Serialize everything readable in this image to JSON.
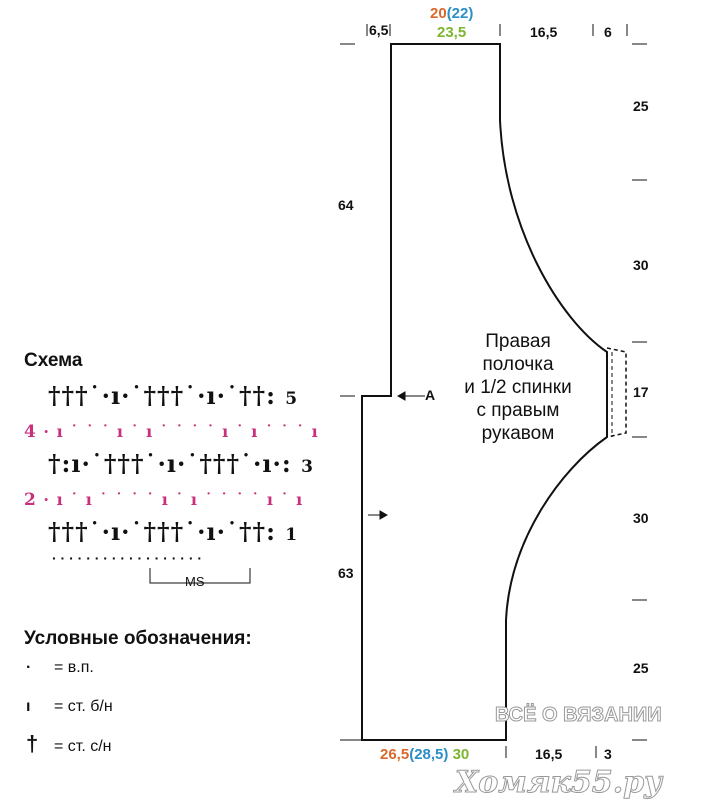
{
  "colors": {
    "size1": "#d9692a",
    "size2": "#2a8fc4",
    "size3": "#7cb530",
    "pink_rows": "#c8307d",
    "line": "#111111"
  },
  "top_dims": {
    "left": "6,5",
    "size1": "20",
    "size2": "(22)",
    "size3": "23,5",
    "mid": "16,5",
    "right": "6"
  },
  "bottom_dims": {
    "size1": "26,5",
    "size2": "(28,5)",
    "size3": "30",
    "mid": "16,5",
    "right": "3"
  },
  "left_dims": {
    "upper": "64",
    "lower": "63"
  },
  "right_dims": [
    "25",
    "30",
    "17",
    "30",
    "25"
  ],
  "marker": "A",
  "piece_label": [
    "Правая",
    "полочка",
    "и 1/2 спинки",
    "с правым",
    "рукавом"
  ],
  "schema": {
    "title": "Схема",
    "rows": [
      {
        "num": "5",
        "pattern": "†††˙·ı·˙†††˙·ı·˙††:"
      },
      {
        "num": "4",
        "pattern": "· ı ˙ ˙ ˙ ı ˙ ı ˙ ˙ ˙ ˙ ı ˙ ı ˙ ˙ ˙ ı"
      },
      {
        "num": "3",
        "pattern": "†:ı·˙†††˙·ı·˙†††˙·ı·:"
      },
      {
        "num": "2",
        "pattern": "· ı ˙ ı ˙ ˙ ˙ ˙ ı ˙ ı ˙ ˙ ˙ ˙ ı ˙ ı"
      },
      {
        "num": "1",
        "pattern": "†††˙·ı·˙†††˙·ı·˙††:"
      }
    ],
    "base": "· · · · · · · · · · · · · · · · · ·",
    "repeat_label": "MS"
  },
  "legend": {
    "title": "Условные обозначения:",
    "items": [
      {
        "symbol": "·",
        "text": "= в.п."
      },
      {
        "symbol": "ı",
        "text": "= ст. б/н"
      },
      {
        "symbol": "†",
        "text": "= ст. с/н"
      }
    ]
  },
  "watermark": {
    "line1": "ВСЁ О ВЯЗАНИИ",
    "line2": "Хомяк55.ру"
  }
}
